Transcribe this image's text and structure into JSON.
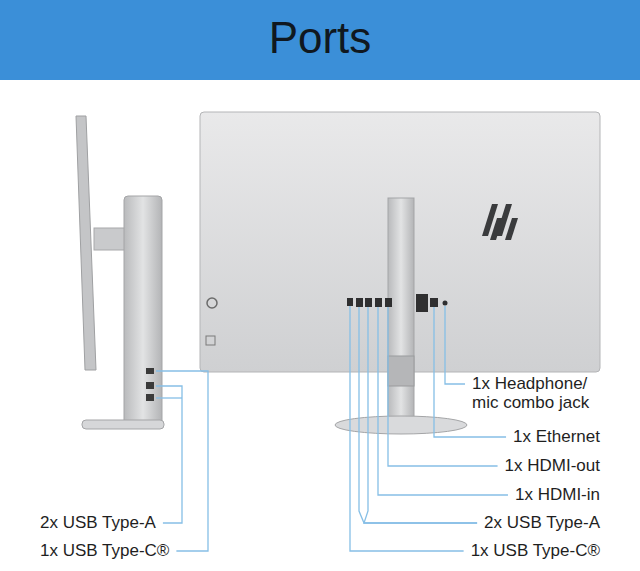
{
  "diagram": {
    "title": "Ports",
    "labels": [
      "1x Headphone/ mic combo jack",
      "1x Ethernet",
      "1x HDMI-out",
      "1x HDMI-in",
      "2x USB Type-A",
      "1x USB Type-C®",
      "2x USB Type-A",
      "1x USB Type-C®"
    ]
  }
}
